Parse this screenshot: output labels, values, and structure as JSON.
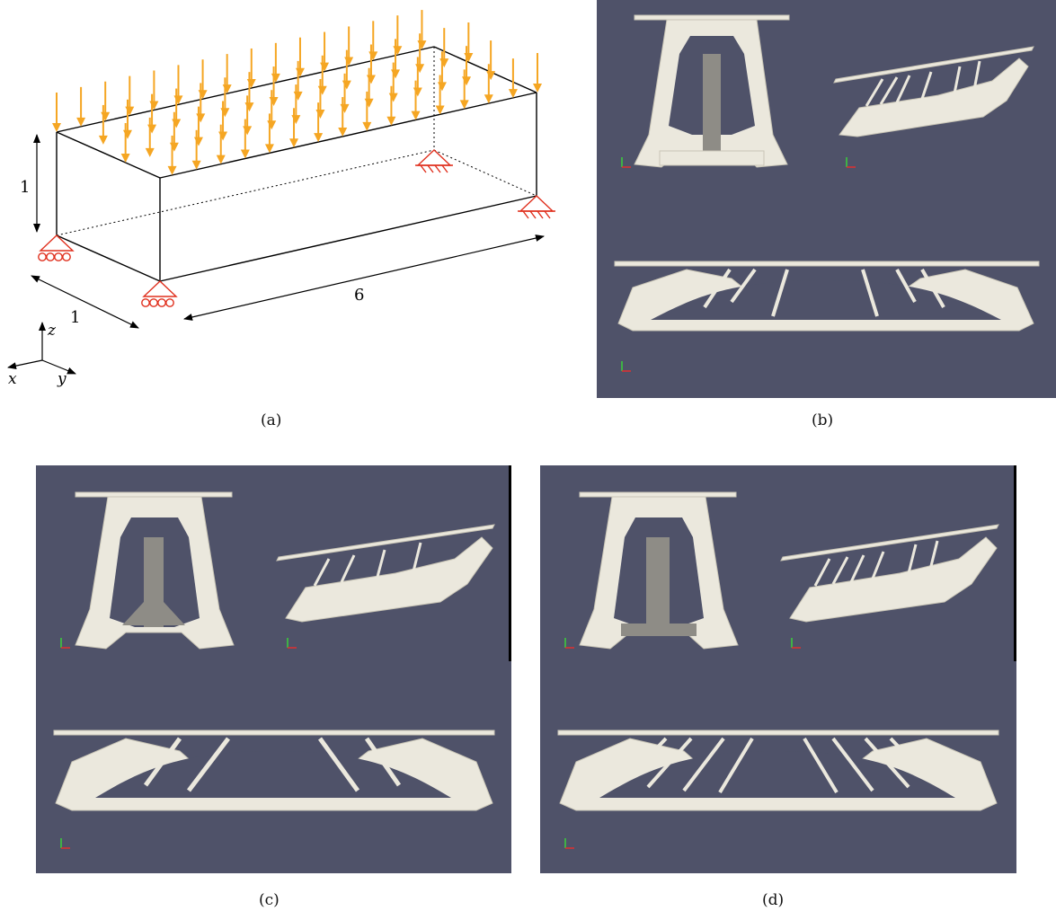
{
  "captions": {
    "a": "(a)",
    "b": "(b)",
    "c": "(c)",
    "d": "(d)"
  },
  "diagram": {
    "dim_height": "1",
    "dim_width": "1",
    "dim_length": "6",
    "axis_x": "x",
    "axis_y": "y",
    "axis_z": "z"
  },
  "colors": {
    "load_arrow": "#f5a623",
    "support": "#e0301e",
    "viewport_bg": "#4f5269",
    "structure": "#ebe8dd"
  }
}
